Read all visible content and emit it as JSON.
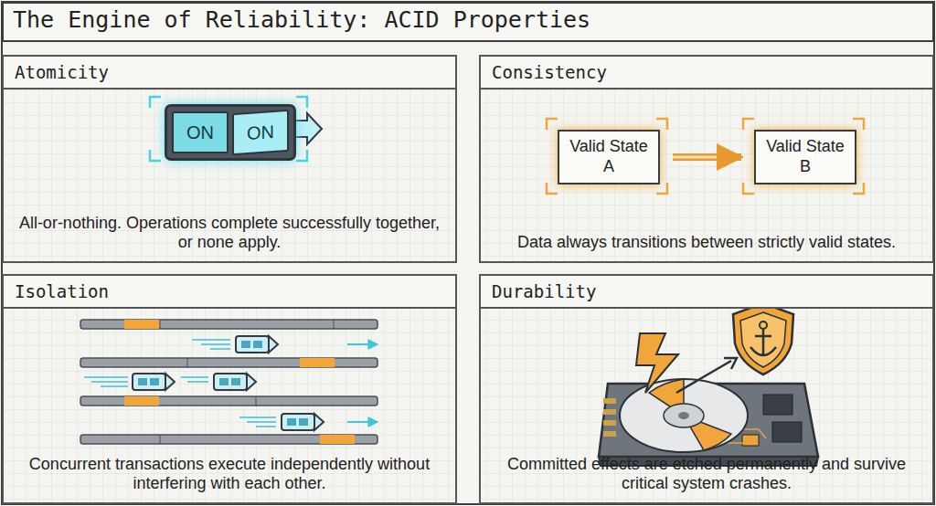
{
  "diagram": {
    "title": "The Engine of Reliability: ACID Properties",
    "nodes": [
      {
        "text": [
          "Atomicity",
          "All-or-nothing. Operations complete successfully together, or none apply."
        ]
      },
      {
        "text": [
          "ON",
          "ON"
        ],
        "in": 0
      },
      {
        "text": [
          "Consistency",
          "Data always transitions between strictly valid states."
        ]
      },
      {
        "text": [
          "Valid State A"
        ],
        "in": 2
      },
      {
        "text": [
          "Valid State B"
        ],
        "in": 2
      },
      {
        "text": [
          "Isolation",
          "Concurrent transactions execute independently without interfering with each other."
        ]
      },
      {
        "text": [
          "Durability",
          "Committed effects are etched permanently and survive critical system crashes."
        ]
      }
    ],
    "edges": [
      {
        "from": 3,
        "to": 4,
        "arrow": "to"
      }
    ]
  }
}
